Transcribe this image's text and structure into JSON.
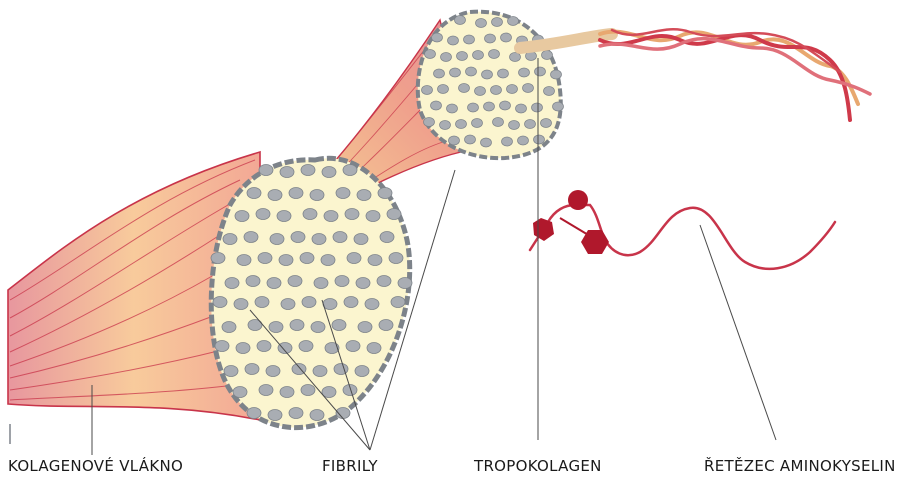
{
  "labels": {
    "collagen_fiber": "KOLAGENOVÉ VLÁKNO",
    "fibrils": "FIBRILY",
    "tropocollagen": "TROPOKOLAGEN",
    "amino_acid_chain": "ŘETĚZEC AMINOKYSELIN"
  },
  "colors": {
    "fiber_red": "#c8344a",
    "fiber_orange": "#f0a040",
    "cross_section_fill": "#fbf5cf",
    "fibril_grey": "#a9adb3",
    "fibril_outline": "#7d838a",
    "bead_red": "#b0182c",
    "leader_line": "#4a4a4a"
  }
}
